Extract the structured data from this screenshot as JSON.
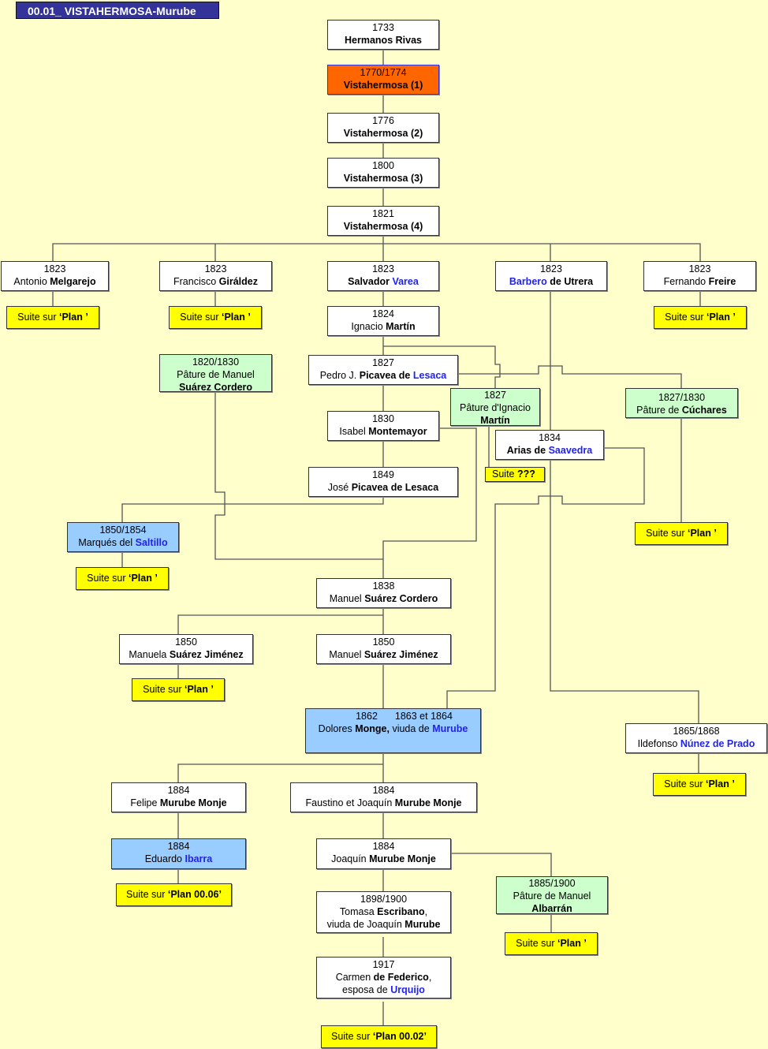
{
  "title": "00.01_ VISTAHERMOSA-Murube",
  "colors": {
    "background": "#ffffcc",
    "title_bg": "#333399",
    "current": "#ff6600",
    "pasture": "#ccffcc",
    "highlight": "#99ccff",
    "continuation": "#ffff00",
    "link_text": "#2222ee"
  },
  "nodes": {
    "rivas": {
      "year": "1733",
      "name": "Hermanos Rivas"
    },
    "vh1": {
      "year": "1770/1774",
      "name": "Vistahermosa (1)"
    },
    "vh2": {
      "year": "1776",
      "name": "Vistahermosa (2)"
    },
    "vh3": {
      "year": "1800",
      "name": "Vistahermosa (3)"
    },
    "vh4": {
      "year": "1821",
      "name": "Vistahermosa (4)"
    },
    "melgarejo": {
      "year": "1823",
      "first": "Antonio ",
      "name": "Melgarejo"
    },
    "giraldez": {
      "year": "1823",
      "first": "Francisco ",
      "name": "Giráldez"
    },
    "varea": {
      "year": "1823",
      "first": "Salvador ",
      "name": "Varea"
    },
    "barbero": {
      "year": "1823",
      "name": "Barbero",
      "rest": " de Utrera"
    },
    "freire": {
      "year": "1823",
      "first": "Fernando ",
      "name": "Freire"
    },
    "martin": {
      "year": "1824",
      "first": "Ignacio ",
      "name": "Martín"
    },
    "pature_suarez": {
      "year": "1820/1830",
      "line1": "Pâture de Manuel",
      "name": "Suárez Cordero"
    },
    "pedro": {
      "year": "1827",
      "first": "Pedro J. ",
      "name": "Picavea de ",
      "blue": "Lesaca"
    },
    "pature_martin": {
      "year": "1827",
      "line1": "Pâture d'Ignacio",
      "name": "Martín"
    },
    "pature_cuchares": {
      "year": "1827/1830",
      "first": "Pâture de ",
      "name": "Cúchares"
    },
    "montemayor": {
      "year": "1830",
      "first": "Isabel ",
      "name": "Montemayor"
    },
    "saavedra": {
      "year": "1834",
      "name": "Arias de ",
      "blue": "Saavedra"
    },
    "jose": {
      "year": "1849",
      "first": "José ",
      "name": "Picavea de Lesaca"
    },
    "saltillo": {
      "year": "1850/1854",
      "first": "Marqués del ",
      "blue": "Saltillo"
    },
    "suarez_cordero": {
      "year": "1838",
      "first": "Manuel ",
      "name": "Suárez Cordero"
    },
    "manuela": {
      "year": "1850",
      "first": "Manuela ",
      "name": "Suárez Jiménez"
    },
    "manuel_sj": {
      "year": "1850",
      "first": "Manuel ",
      "name": "Suárez Jiménez"
    },
    "monge": {
      "year": "1862",
      "year2": "1863 et 1864",
      "first": "Dolores ",
      "name": "Monge,",
      "rest": " viuda de ",
      "blue": "Murube"
    },
    "nunez": {
      "year": "1865/1868",
      "first": "Ildefonso ",
      "blue": "Núnez de Prado"
    },
    "felipe": {
      "year": "1884",
      "first": "Felipe ",
      "name": "Murube Monje"
    },
    "faustino": {
      "year": "1884",
      "first": "Faustino et Joaquín ",
      "name": "Murube Monje"
    },
    "ibarra": {
      "year": "1884",
      "first": "Eduardo ",
      "blue": "Ibarra"
    },
    "joaquin": {
      "year": "1884",
      "first": "Joaquín ",
      "name": "Murube Monje"
    },
    "albarran": {
      "year": "1885/1900",
      "line1": "Pâture de Manuel",
      "name": "Albarrán"
    },
    "tomasa": {
      "year": "1898/1900",
      "first": "Tomasa ",
      "name": "Escribano",
      "comma": ",",
      "line3": "viuda de Joaquín ",
      "name3": "Murube"
    },
    "carmen": {
      "year": "1917",
      "first": "Carmen ",
      "name": "de Federico",
      "comma": ",",
      "line3": "esposa de ",
      "blue3": "Urquijo"
    }
  },
  "continuations": {
    "prefix": "Suite sur ",
    "plan": "‘Plan ’",
    "plan_0006": "‘Plan 00.06’",
    "plan_0002": "‘Plan 00.02’",
    "unknown_prefix": "Suite ",
    "unknown": "???"
  }
}
